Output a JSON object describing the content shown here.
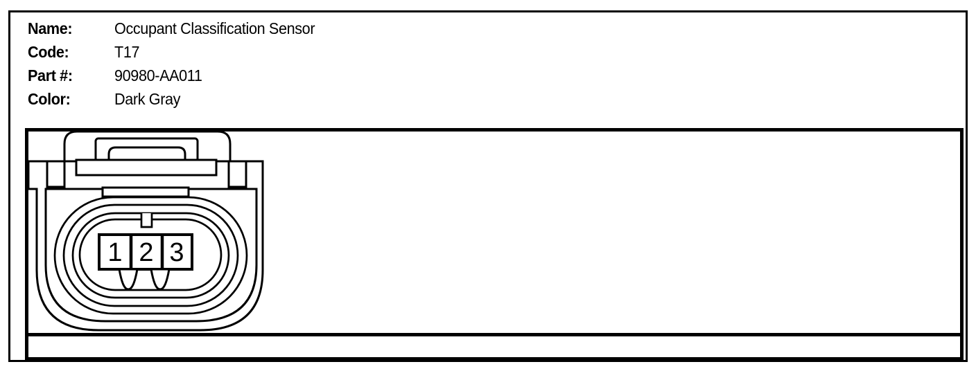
{
  "header": {
    "fields": [
      {
        "label": "Name:",
        "value": "Occupant Classification Sensor"
      },
      {
        "label": "Code:",
        "value": "T17"
      },
      {
        "label": "Part #:",
        "value": "90980-AA011"
      },
      {
        "label": "Color:",
        "value": "Dark Gray"
      }
    ]
  },
  "connector": {
    "pins": [
      "1",
      "2",
      "3"
    ]
  },
  "colors": {
    "line": "#000000",
    "background": "#ffffff"
  }
}
